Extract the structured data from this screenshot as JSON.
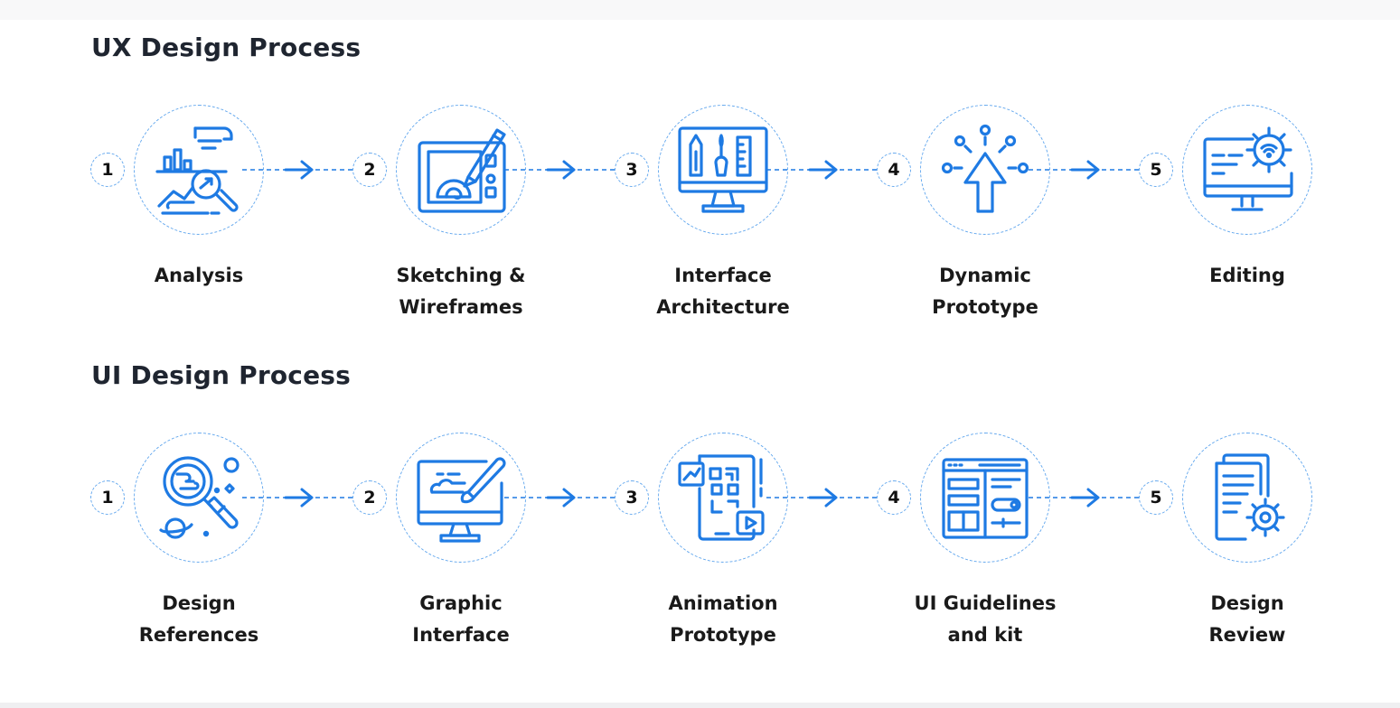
{
  "sections": [
    {
      "title": "UX Design Process",
      "steps": [
        {
          "number": "1",
          "icon": "analysis-chart-magnifier-icon",
          "label_lines": [
            "Analysis",
            ""
          ]
        },
        {
          "number": "2",
          "icon": "sketch-tablet-pen-icon",
          "label_lines": [
            "Sketching &",
            "Wireframes"
          ]
        },
        {
          "number": "3",
          "icon": "monitor-drawing-tools-icon",
          "label_lines": [
            "Interface",
            "Architecture"
          ]
        },
        {
          "number": "4",
          "icon": "cursor-arrow-click-icon",
          "label_lines": [
            "Dynamic",
            "Prototype"
          ]
        },
        {
          "number": "5",
          "icon": "monitor-gear-icon",
          "label_lines": [
            "Editing",
            ""
          ]
        }
      ]
    },
    {
      "title": "UI Design Process",
      "steps": [
        {
          "number": "1",
          "icon": "magnifier-planet-icon",
          "label_lines": [
            "Design",
            "References"
          ]
        },
        {
          "number": "2",
          "icon": "monitor-paintbrush-icon",
          "label_lines": [
            "Graphic",
            "Interface"
          ]
        },
        {
          "number": "3",
          "icon": "tablet-animation-icon",
          "label_lines": [
            "Animation",
            "Prototype"
          ]
        },
        {
          "number": "4",
          "icon": "ui-kit-window-icon",
          "label_lines": [
            "UI Guidelines",
            "and kit"
          ]
        },
        {
          "number": "5",
          "icon": "documents-gear-icon",
          "label_lines": [
            "Design",
            "Review"
          ]
        }
      ]
    }
  ],
  "colors": {
    "accent": "#1e7ae3",
    "dashed": "#64a8ee",
    "title": "#1f2530",
    "label": "#1a1a1a"
  }
}
